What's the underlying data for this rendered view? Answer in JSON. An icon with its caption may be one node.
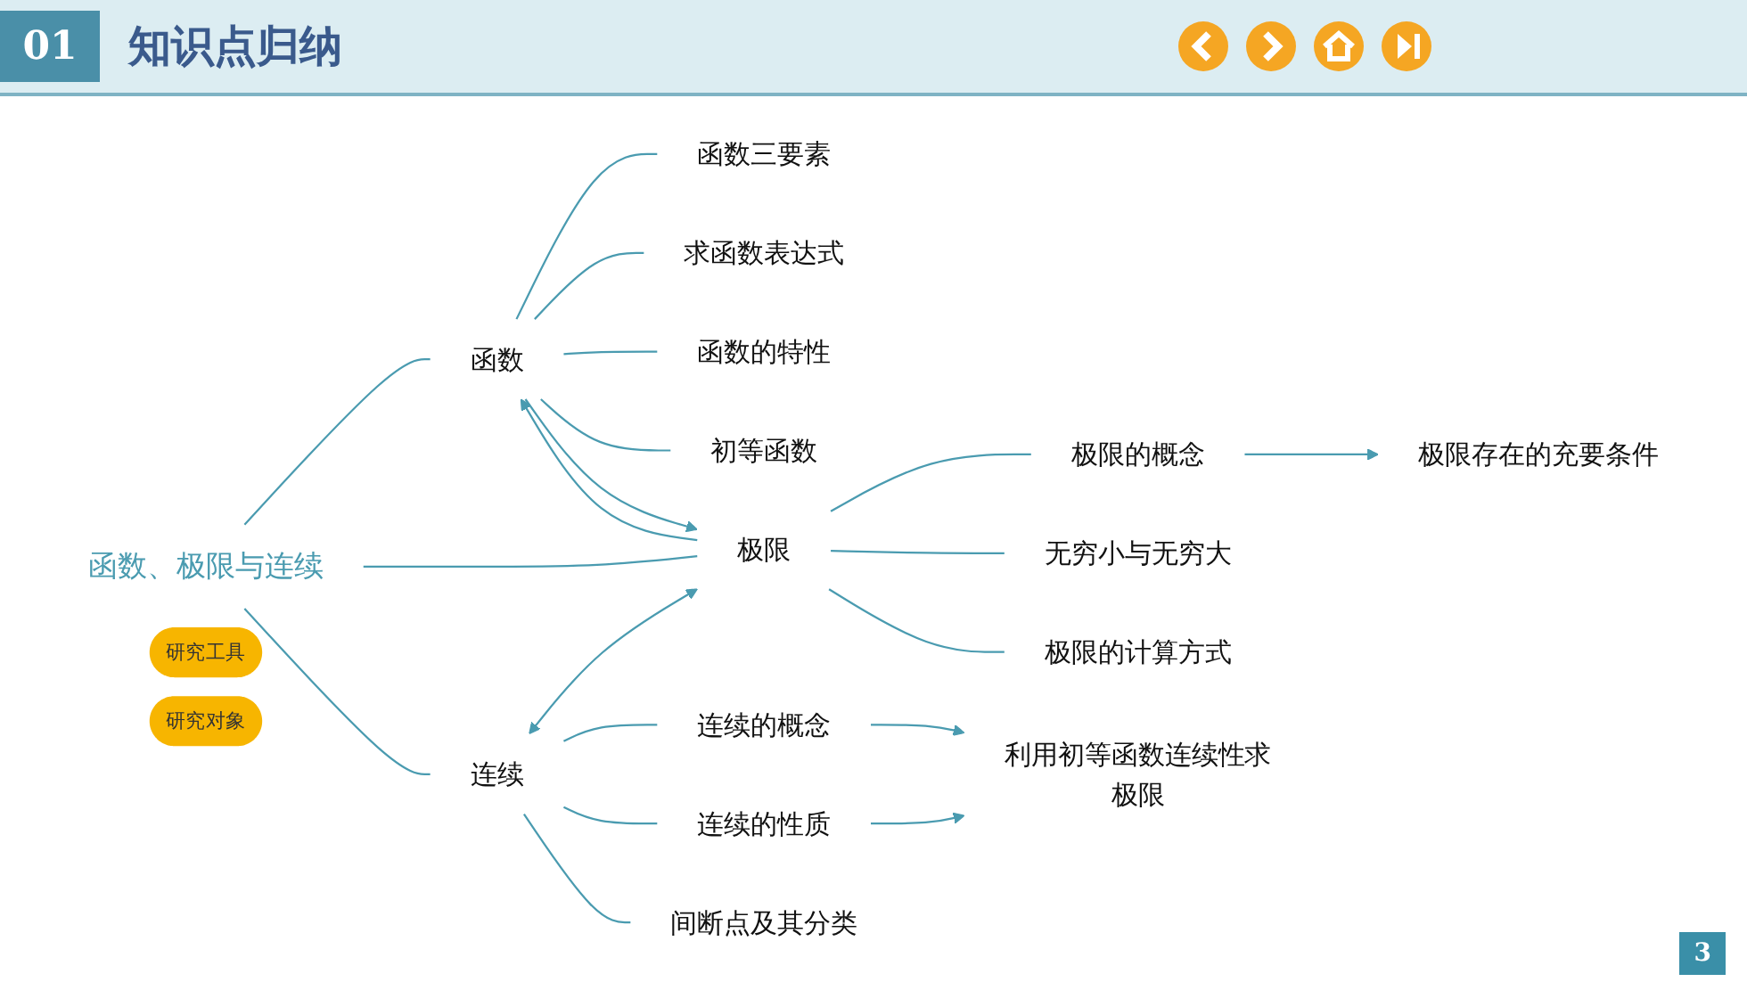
{
  "diagram": {
    "title": "知识点归纳",
    "nodes": [
      {
        "text": [
          "函数、极限与连续"
        ]
      },
      {
        "text": [
          "函数"
        ]
      },
      {
        "text": [
          "函数三要素"
        ]
      },
      {
        "text": [
          "求函数表达式"
        ]
      },
      {
        "text": [
          "函数的特性"
        ]
      },
      {
        "text": [
          "初等函数"
        ]
      },
      {
        "text": [
          "研究工具"
        ]
      },
      {
        "text": [
          "研究对象"
        ]
      },
      {
        "text": [
          "极限"
        ]
      },
      {
        "text": [
          "极限的概念"
        ]
      },
      {
        "text": [
          "极限存在的充要条件"
        ]
      },
      {
        "text": [
          "无穷小与无穷大"
        ]
      },
      {
        "text": [
          "极限的计算方式"
        ]
      },
      {
        "text": [
          "连续"
        ]
      },
      {
        "text": [
          "连续的概念"
        ]
      },
      {
        "text": [
          "连续的性质"
        ]
      },
      {
        "text": [
          "间断点及其分类"
        ]
      },
      {
        "text": [
          "利用初等函数连续性求极限"
        ]
      }
    ],
    "edges": [
      {
        "from": 0,
        "to": 1,
        "arrow": "none"
      },
      {
        "from": 0,
        "to": 8,
        "arrow": "none"
      },
      {
        "from": 0,
        "to": 13,
        "arrow": "none"
      },
      {
        "from": 1,
        "to": 2,
        "arrow": "none"
      },
      {
        "from": 1,
        "to": 3,
        "arrow": "none"
      },
      {
        "from": 1,
        "to": 4,
        "arrow": "none"
      },
      {
        "from": 1,
        "to": 5,
        "arrow": "none"
      },
      {
        "from": 8,
        "to": 1,
        "arrow": "to"
      },
      {
        "from": 1,
        "to": 8,
        "arrow": "to"
      },
      {
        "from": 13,
        "to": 8,
        "arrow": "both"
      },
      {
        "from": 8,
        "to": 9,
        "arrow": "none"
      },
      {
        "from": 8,
        "to": 11,
        "arrow": "none"
      },
      {
        "from": 8,
        "to": 12,
        "arrow": "none"
      },
      {
        "from": 9,
        "to": 10,
        "arrow": "to"
      },
      {
        "from": 13,
        "to": 14,
        "arrow": "none"
      },
      {
        "from": 13,
        "to": 15,
        "arrow": "none"
      },
      {
        "from": 13,
        "to": 16,
        "arrow": "none"
      },
      {
        "from": 14,
        "to": 17,
        "arrow": "to"
      },
      {
        "from": 15,
        "to": 17,
        "arrow": "to"
      }
    ],
    "labels": [
      "01",
      "3"
    ]
  }
}
